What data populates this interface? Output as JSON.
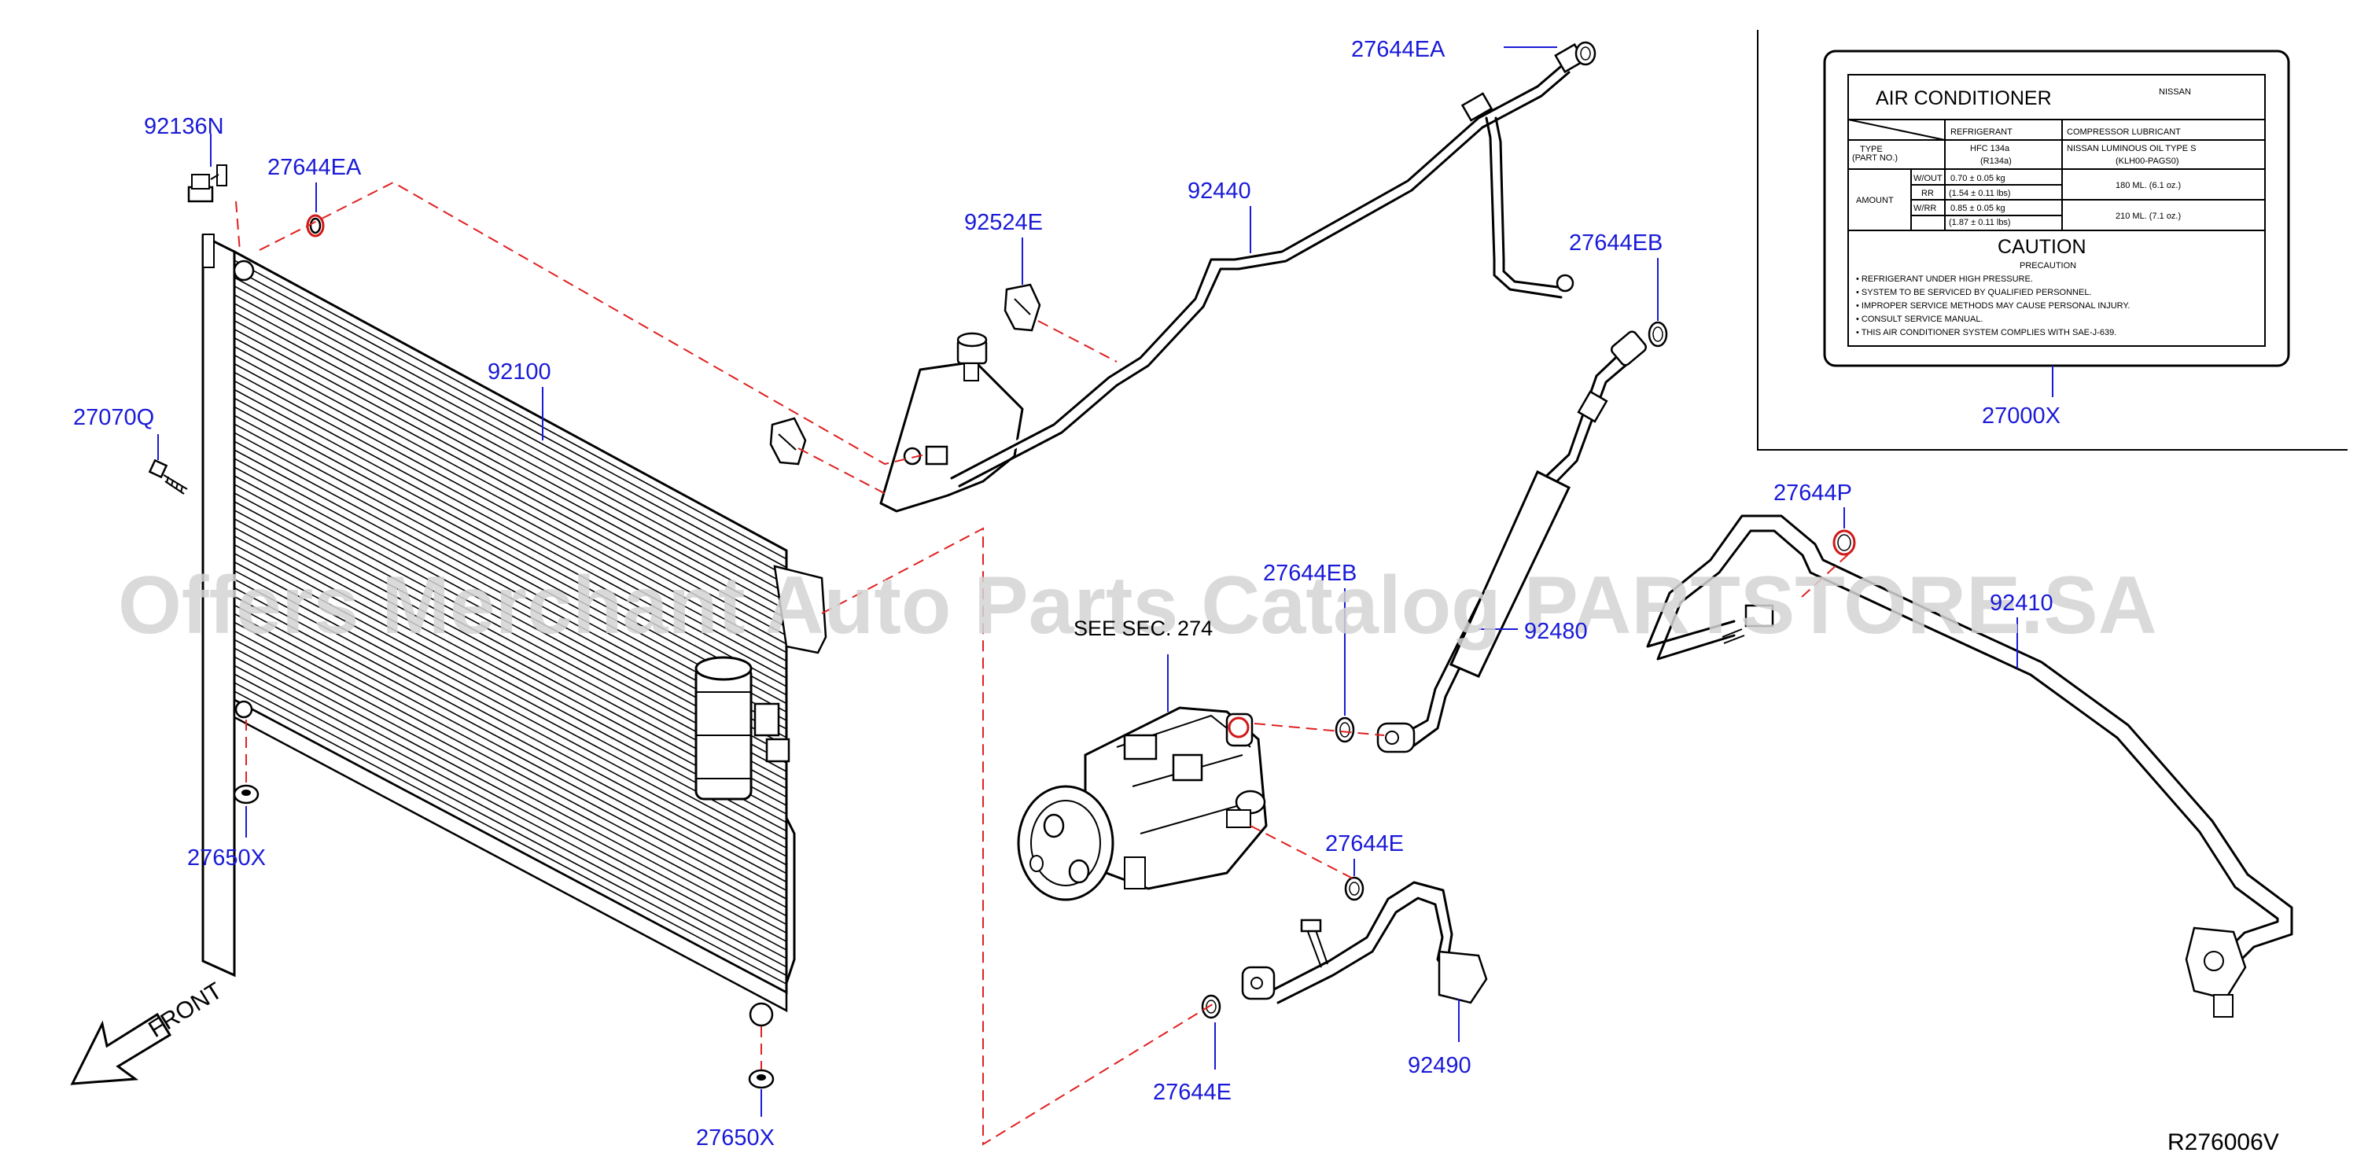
{
  "diagram": {
    "ref_code": "R276006V",
    "watermark": "Offers Merchant Auto Parts Catalog PARTSTORE.SA",
    "front_label": "FRONT",
    "see_sec_label": "SEE SEC. 274",
    "part_numbers": {
      "p92136N": "92136N",
      "p27644EA_left": "27644EA",
      "p27644EA_top": "27644EA",
      "p92524E": "92524E",
      "p92440": "92440",
      "p27644EB_top": "27644EB",
      "p92100": "92100",
      "p27070Q": "27070Q",
      "p27650X_top": "27650X",
      "p27650X_bottom": "27650X",
      "p27644EB_mid": "27644EB",
      "p92480": "92480",
      "p27644P": "27644P",
      "p92410": "92410",
      "p27644E_upper": "27644E",
      "p27644E_lower": "27644E",
      "p92490": "92490",
      "p27000X": "27000X"
    },
    "label_card": {
      "title": "AIR CONDITIONER",
      "brand": "NISSAN",
      "col_refrigerant": "REFRIGERANT",
      "col_compressor": "COMPRESSOR LUBRICANT",
      "row_type": "TYPE",
      "row_type_sub": "(PART NO.)",
      "ref_type": "HFC 134a",
      "ref_type_sub": "(R134a)",
      "lub_type": "NISSAN LUMINOUS OIL TYPE S",
      "lub_part": "(KLH00-PAGS0)",
      "row_amount": "AMOUNT",
      "wout": "W/OUT",
      "rr": "RR",
      "wrr": "W/RR",
      "ref_wout_1": "0.70 ± 0.05 kg",
      "ref_wout_2": "(1.54 ± 0.11 lbs)",
      "ref_wrr_1": "0.85 ± 0.05 kg",
      "ref_wrr_2": "(1.87 ± 0.11 lbs)",
      "lub_wout": "180 ML. (6.1 oz.)",
      "lub_wrr": "210 ML. (7.1 oz.)",
      "caution": "CAUTION",
      "precaution": "PRECAUTION",
      "lines": [
        "• REFRIGERANT UNDER HIGH PRESSURE.",
        "• SYSTEM TO BE SERVICED BY QUALIFIED PERSONNEL.",
        "• IMPROPER SERVICE METHODS MAY CAUSE PERSONAL INJURY.",
        "• CONSULT SERVICE MANUAL.",
        "• THIS AIR CONDITIONER SYSTEM COMPLIES WITH SAE-J-639."
      ]
    }
  }
}
